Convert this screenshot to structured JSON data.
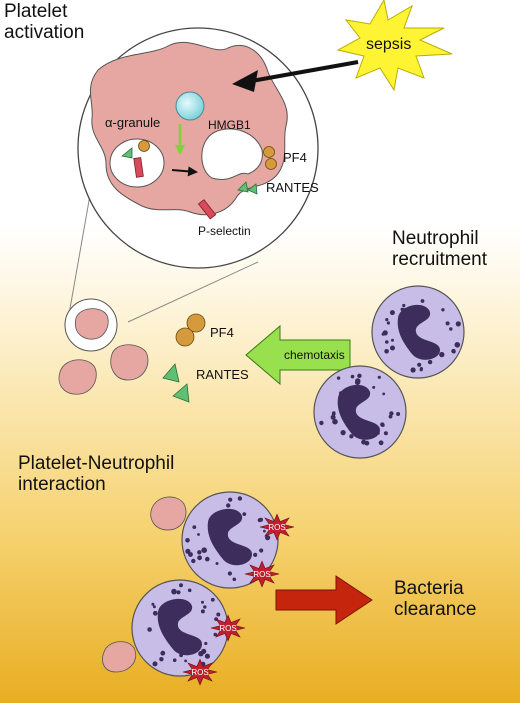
{
  "sections": {
    "platelet_activation": [
      "Platelet",
      "activation"
    ],
    "neutrophil_recruitment": [
      "Neutrophil",
      "recruitment"
    ],
    "platelet_neutrophil_interaction": [
      "Platelet-Neutrophil",
      "interaction"
    ],
    "bacteria_clearance": [
      "Bacteria",
      "clearance"
    ]
  },
  "labels": {
    "sepsis": "sepsis",
    "hmgb1": "HMGB1",
    "alpha_granule": "α-granule",
    "pf4_inset": "PF4",
    "rantes_inset": "RANTES",
    "p_selectin": "P-selectin",
    "pf4": "PF4",
    "rantes": "RANTES",
    "chemotaxis": "chemotaxis",
    "ros": "ROS"
  },
  "colors": {
    "background_gradient": [
      "#ffffff",
      "#fdf5dc",
      "#f6d77c",
      "#e9b227"
    ],
    "platelet": "#e6a6a2",
    "neutrophil": "#c7bde6",
    "nucleus": "#3d2d5c",
    "hmgb1": "#a6e3e8",
    "pf4": "#d49a3c",
    "rantes": "#5fbf72",
    "p_selectin": "#d84a5a",
    "sepsis": "#fff433",
    "chemotaxis_arrow": "#99e04f",
    "clearance_arrow": "#c4250c",
    "ros": "#c01f2e"
  }
}
